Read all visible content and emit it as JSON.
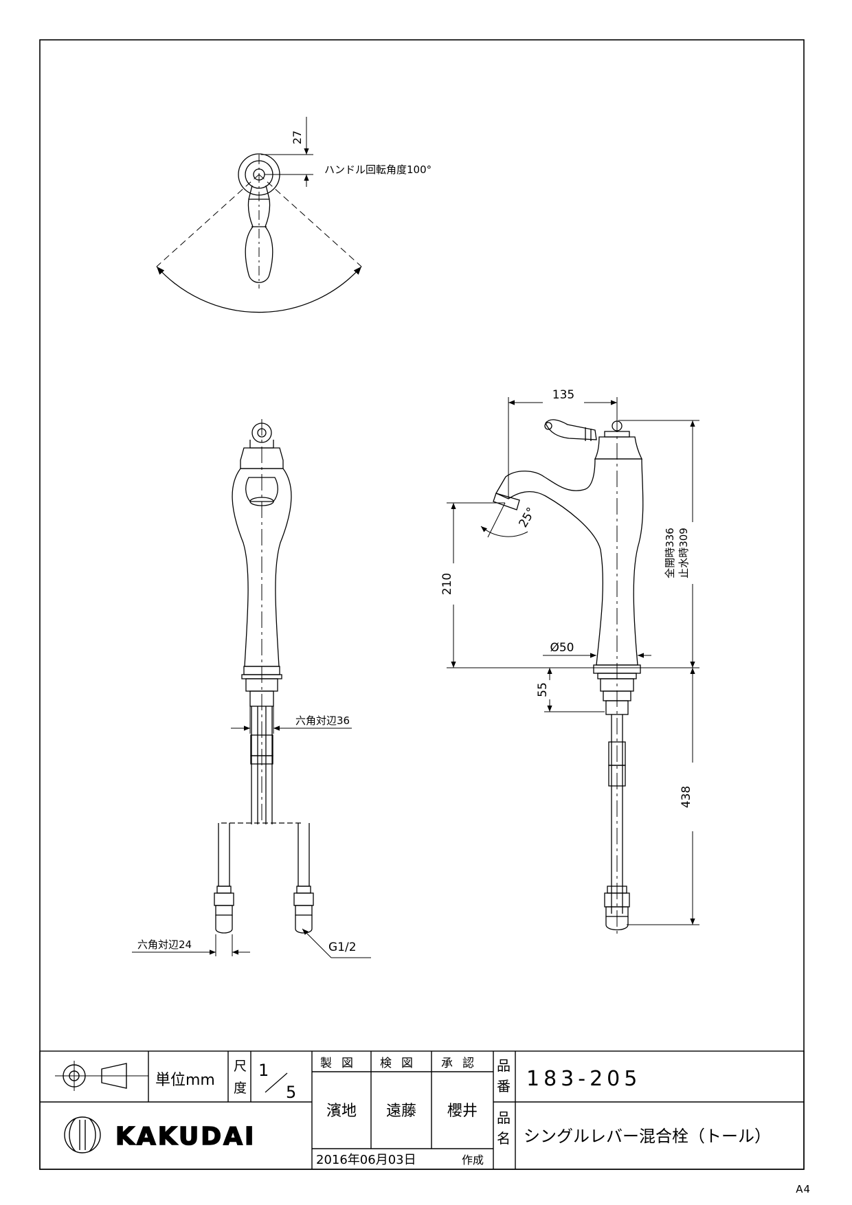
{
  "top_view": {
    "dim_27": "27",
    "rotation_label": "ハンドル回転角度100°"
  },
  "front_view": {
    "hex_36": "六角対辺36",
    "hex_24": "六角対辺24",
    "thread": "G1/2"
  },
  "side_view": {
    "dim_135": "135",
    "dim_210": "210",
    "dim_25deg": "25°",
    "dim_336": "全開時336",
    "dim_309": "止水時309",
    "dim_50": "Ø50",
    "dim_55": "55",
    "dim_438": "438"
  },
  "title_block": {
    "unit": "単位mm",
    "scale_label_1": "尺",
    "scale_label_2": "度",
    "scale_num": "1",
    "scale_den": "5",
    "drawn_label": "製図",
    "checked_label": "検図",
    "approved_label": "承認",
    "drawn_by": "濱地",
    "checked_by": "遠藤",
    "approved_by": "櫻井",
    "part_no_label_1": "品",
    "part_no_label_2": "番",
    "part_no": "183-205",
    "part_name_label_1": "品",
    "part_name_label_2": "名",
    "part_name": "シングルレバー混合栓（トール）",
    "company": "KAKUDAI",
    "date": "2016年06月03日",
    "created": "作成"
  },
  "sheet_size": "A4"
}
